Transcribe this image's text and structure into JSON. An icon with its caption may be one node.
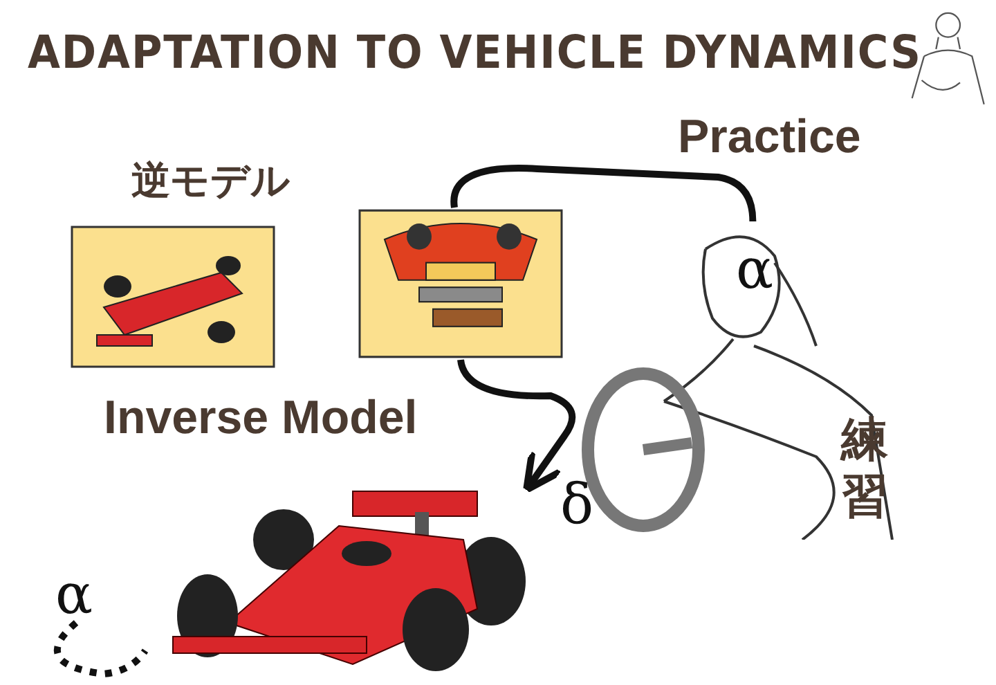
{
  "diagram": {
    "title": "ADAPTATION TO VEHICLE DYNAMICS",
    "nodes": [
      {
        "text": [
          "逆モデル"
        ]
      },
      {
        "text": [],
        "shape": "picture"
      },
      {
        "text": [],
        "shape": "picture"
      },
      {
        "text": [],
        "shape": "picture"
      },
      {
        "text": [
          "α"
        ]
      }
    ],
    "edges": [
      {
        "from": 1,
        "to": 2,
        "arrow": "none",
        "label": "Practice"
      },
      {
        "from": 1,
        "to": 3,
        "arrow": "to"
      },
      {
        "from": 4,
        "to": 3,
        "arrow": "none",
        "style": "dashed"
      }
    ],
    "labels": [
      "α",
      "Inverse Model",
      "練習",
      "δ"
    ]
  }
}
